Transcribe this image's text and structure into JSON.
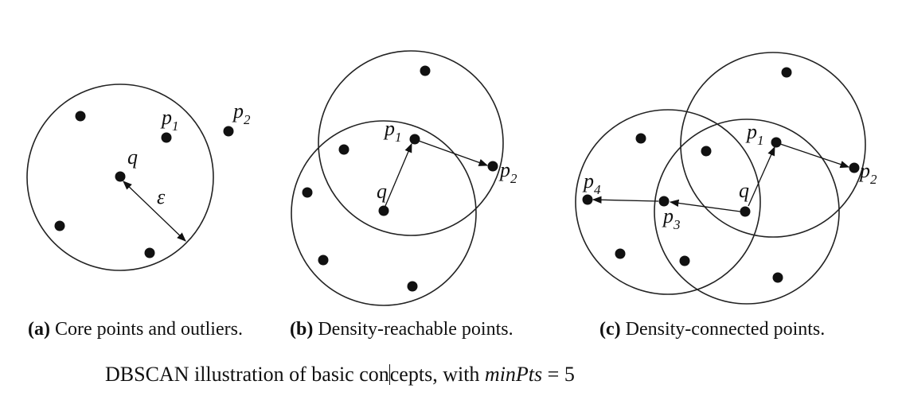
{
  "panels": {
    "a": {
      "caption_letter": "(a)",
      "caption_text": "Core points and outliers.",
      "labels": {
        "p1": "p",
        "p1_sub": "1",
        "p2": "p",
        "p2_sub": "2",
        "q": "q",
        "eps": "ε"
      }
    },
    "b": {
      "caption_letter": "(b)",
      "caption_text": "Density-reachable points.",
      "labels": {
        "p1": "p",
        "p1_sub": "1",
        "p2": "p",
        "p2_sub": "2",
        "q": "q"
      }
    },
    "c": {
      "caption_letter": "(c)",
      "caption_text": "Density-connected points.",
      "labels": {
        "p1": "p",
        "p1_sub": "1",
        "p2": "p",
        "p2_sub": "2",
        "p3": "p",
        "p3_sub": "3",
        "p4": "p",
        "p4_sub": "4",
        "q": "q"
      }
    }
  },
  "caption": {
    "text_before": "DBSCAN illustration of basic con",
    "text_after": "cepts, with ",
    "math_var": "minPts",
    "math_rest": " = 5"
  }
}
